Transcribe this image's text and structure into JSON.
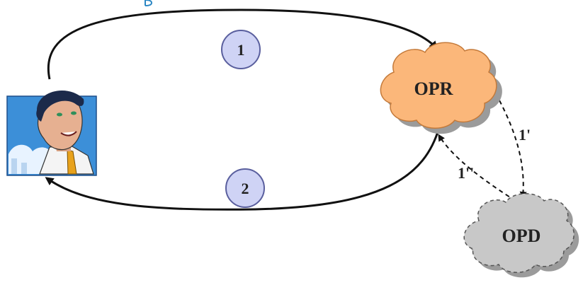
{
  "nodes": {
    "opr": {
      "label": "OPR",
      "color": "#fbb77a"
    },
    "opd": {
      "label": "OPD",
      "color": "#c8c8c8"
    }
  },
  "steps": [
    {
      "label": "1"
    },
    {
      "label": "2"
    }
  ],
  "edges": {
    "opr_to_opd": {
      "label": "1'"
    },
    "opd_to_opr": {
      "label": "1''"
    }
  },
  "colors": {
    "step_circle": "#cfd3f5",
    "step_stroke": "#5a5f9e",
    "arrow": "#111111",
    "avatar_bg": "#3c8fd8",
    "header_fragment": "#2a86c3"
  },
  "icons": {
    "user": "user-avatar-icon"
  }
}
